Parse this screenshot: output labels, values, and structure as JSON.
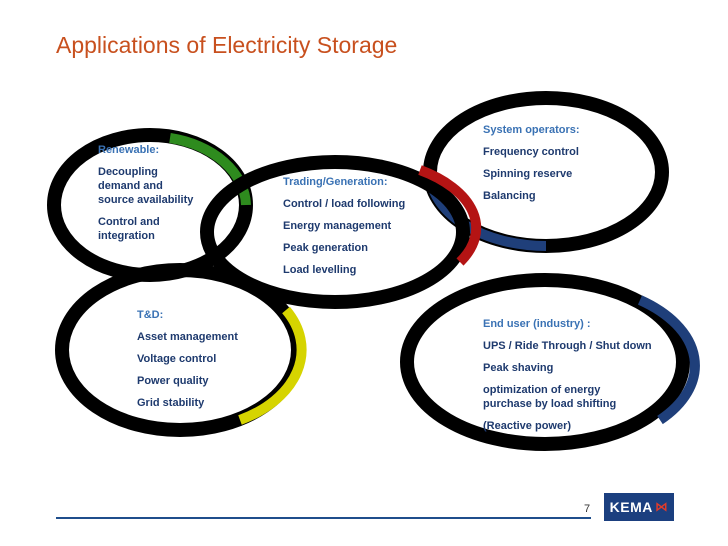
{
  "title": "Applications of Electricity Storage",
  "page_number": "7",
  "logo_text": "KEMA",
  "colors": {
    "title": "#c8501e",
    "ring_renewable": "#2e8b1e",
    "ring_trading": "#b41414",
    "ring_system": "#1f3f7a",
    "ring_td": "#d6d400",
    "ring_enduser": "#1f3f7a",
    "heading": "#3a72b4",
    "text": "#1e3a6e"
  },
  "blocks": {
    "renewable": {
      "heading": "Renewable:",
      "items": [
        "Decoupling",
        "demand and",
        "source availability",
        "Control and",
        "integration"
      ]
    },
    "trading": {
      "heading": "Trading/Generation:",
      "items": [
        "Control / load following",
        "Energy management",
        "Peak generation",
        "Load levelling"
      ]
    },
    "system": {
      "heading": "System operators:",
      "items": [
        "Frequency control",
        "Spinning reserve",
        "Balancing"
      ]
    },
    "td": {
      "heading": "T&D:",
      "items": [
        "Asset management",
        "Voltage control",
        "Power quality",
        "Grid stability"
      ]
    },
    "enduser": {
      "heading": "End user (industry) :",
      "items": [
        "UPS / Ride Through / Shut down",
        "Peak shaving",
        "optimization of energy",
        "purchase by load shifting",
        "(Reactive power)"
      ]
    }
  }
}
